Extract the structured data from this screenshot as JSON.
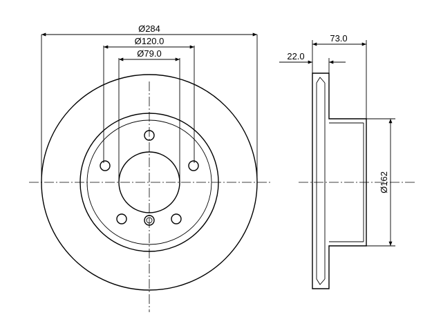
{
  "drawing": {
    "front_view": {
      "dim_outer": "Ø284",
      "dim_bolt_circle": "Ø120.0",
      "dim_center_bore": "Ø79.0"
    },
    "side_view": {
      "dim_total_height": "73.0",
      "dim_disc_thickness": "22.0",
      "dim_hat_diameter": "Ø162"
    }
  }
}
